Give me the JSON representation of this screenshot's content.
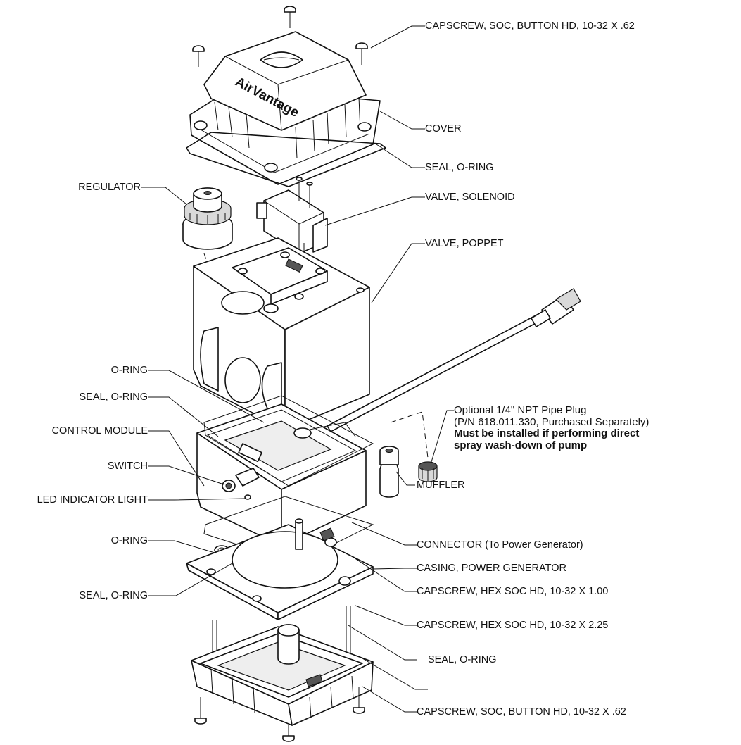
{
  "labels": {
    "capscrew_top": "CAPSCREW, SOC, BUTTON HD, 10-32 X .62",
    "cover": "COVER",
    "seal_top": "SEAL, O-RING",
    "valve_solenoid": "VALVE, SOLENOID",
    "valve_poppet": "VALVE, POPPET",
    "regulator": "REGULATOR",
    "o_ring_1": "O-RING",
    "seal_oring_left": "SEAL, O-RING",
    "control_module": "CONTROL MODULE",
    "switch": "SWITCH",
    "led": "LED INDICATOR LIGHT",
    "o_ring_2": "O-RING",
    "seal_oring_left2": "SEAL, O-RING",
    "muffler": "MUFFLER",
    "connector": "CONNECTOR (To Power Generator)",
    "casing": "CASING, POWER GENERATOR",
    "capscrew_100": "CAPSCREW, HEX SOC HD, 10-32 X 1.00",
    "capscrew_225": "CAPSCREW, HEX SOC HD, 10-32 X 2.25",
    "seal_bottom": "SEAL, O-RING",
    "capscrew_bottom": "CAPSCREW, SOC, BUTTON HD, 10-32 X .62"
  },
  "note": {
    "line1": "Optional 1/4\" NPT Pipe Plug",
    "line2": "(P/N 618.011.330, Purchased Separately)",
    "line3": "Must be installed if performing direct",
    "line4": "spray wash-down of pump"
  },
  "logo_text": "AirVantage"
}
